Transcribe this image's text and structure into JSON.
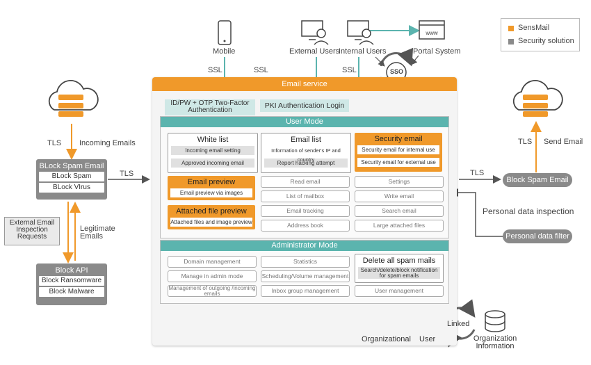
{
  "legend": {
    "items": [
      {
        "label": "SensMail",
        "color": "#f0992a"
      },
      {
        "label": "Security solution",
        "color": "#8a8a8a"
      }
    ]
  },
  "top_actors": {
    "mobile": "Mobile",
    "external_users": "External Users",
    "internal_users": "Internal Users",
    "portal_system": "Portal System",
    "sso": "SSO"
  },
  "connectors": {
    "ssl1": "SSL",
    "ssl2": "SSL",
    "ssl3": "SSL",
    "tls_left_top": "TLS",
    "incoming_emails": "Incoming Emails",
    "tls_left_mid": "TLS",
    "legitimate_emails": "Legitimate Emails",
    "tls_right_top": "TLS",
    "send_email": "Send Email",
    "tls_right_mid": "TLS",
    "personal_data_inspection": "Personal data inspection"
  },
  "left": {
    "spam_box": {
      "title": "BLock Spam Email",
      "items": [
        "BLock Spam",
        "BLock VIrus"
      ]
    },
    "external_requests": "External Email Inspection Requests",
    "api_box": {
      "title": "Block API",
      "items": [
        "Block Ransomware",
        "Block Malware"
      ]
    }
  },
  "right": {
    "block_spam": "Block Spam Email",
    "personal_filter": "Personal data filter"
  },
  "panel": {
    "email_service": "Email service",
    "auth_2fa": "ID/PW + OTP Two-Factor Authentication",
    "auth_pki": "PKI Authentication Login",
    "user_mode": "User Mode",
    "white_list": {
      "title": "White list",
      "items": [
        "Incoming email setting",
        "Approved incoming email"
      ]
    },
    "email_list": {
      "title": "Email list",
      "items": [
        "Information of sender's IP and country",
        "Report hacking attempt"
      ]
    },
    "security_email": {
      "title": "Security email",
      "items": [
        "Security email for internal use",
        "Security email for external use"
      ]
    },
    "email_preview": {
      "title": "Email preview",
      "items": [
        "Email preview via images"
      ]
    },
    "attached_preview": {
      "title": "Attached file preview",
      "items": [
        "Attached files and image preview"
      ]
    },
    "user_buttons_col2": [
      "Read email",
      "List of mailbox",
      "Email tracking",
      "Address book"
    ],
    "user_buttons_col3": [
      "Settings",
      "Write email",
      "Search email",
      "Large attached files"
    ],
    "admin_mode": "Administrator Mode",
    "admin_col1": [
      "Domain management",
      "Manage in admin mode",
      "Management of outgoing /incoming emails"
    ],
    "admin_col2": [
      "Statistics",
      "Scheduling/Volume management",
      "Inbox group management"
    ],
    "delete_spam": {
      "title": "Delete all spam mails",
      "items": [
        "Search/delete/block notification for spam emails"
      ]
    },
    "user_management": "User management"
  },
  "bottom": {
    "organizational": "Organizational",
    "user": "User",
    "linked": "Linked",
    "org_info": "Organization Information"
  }
}
